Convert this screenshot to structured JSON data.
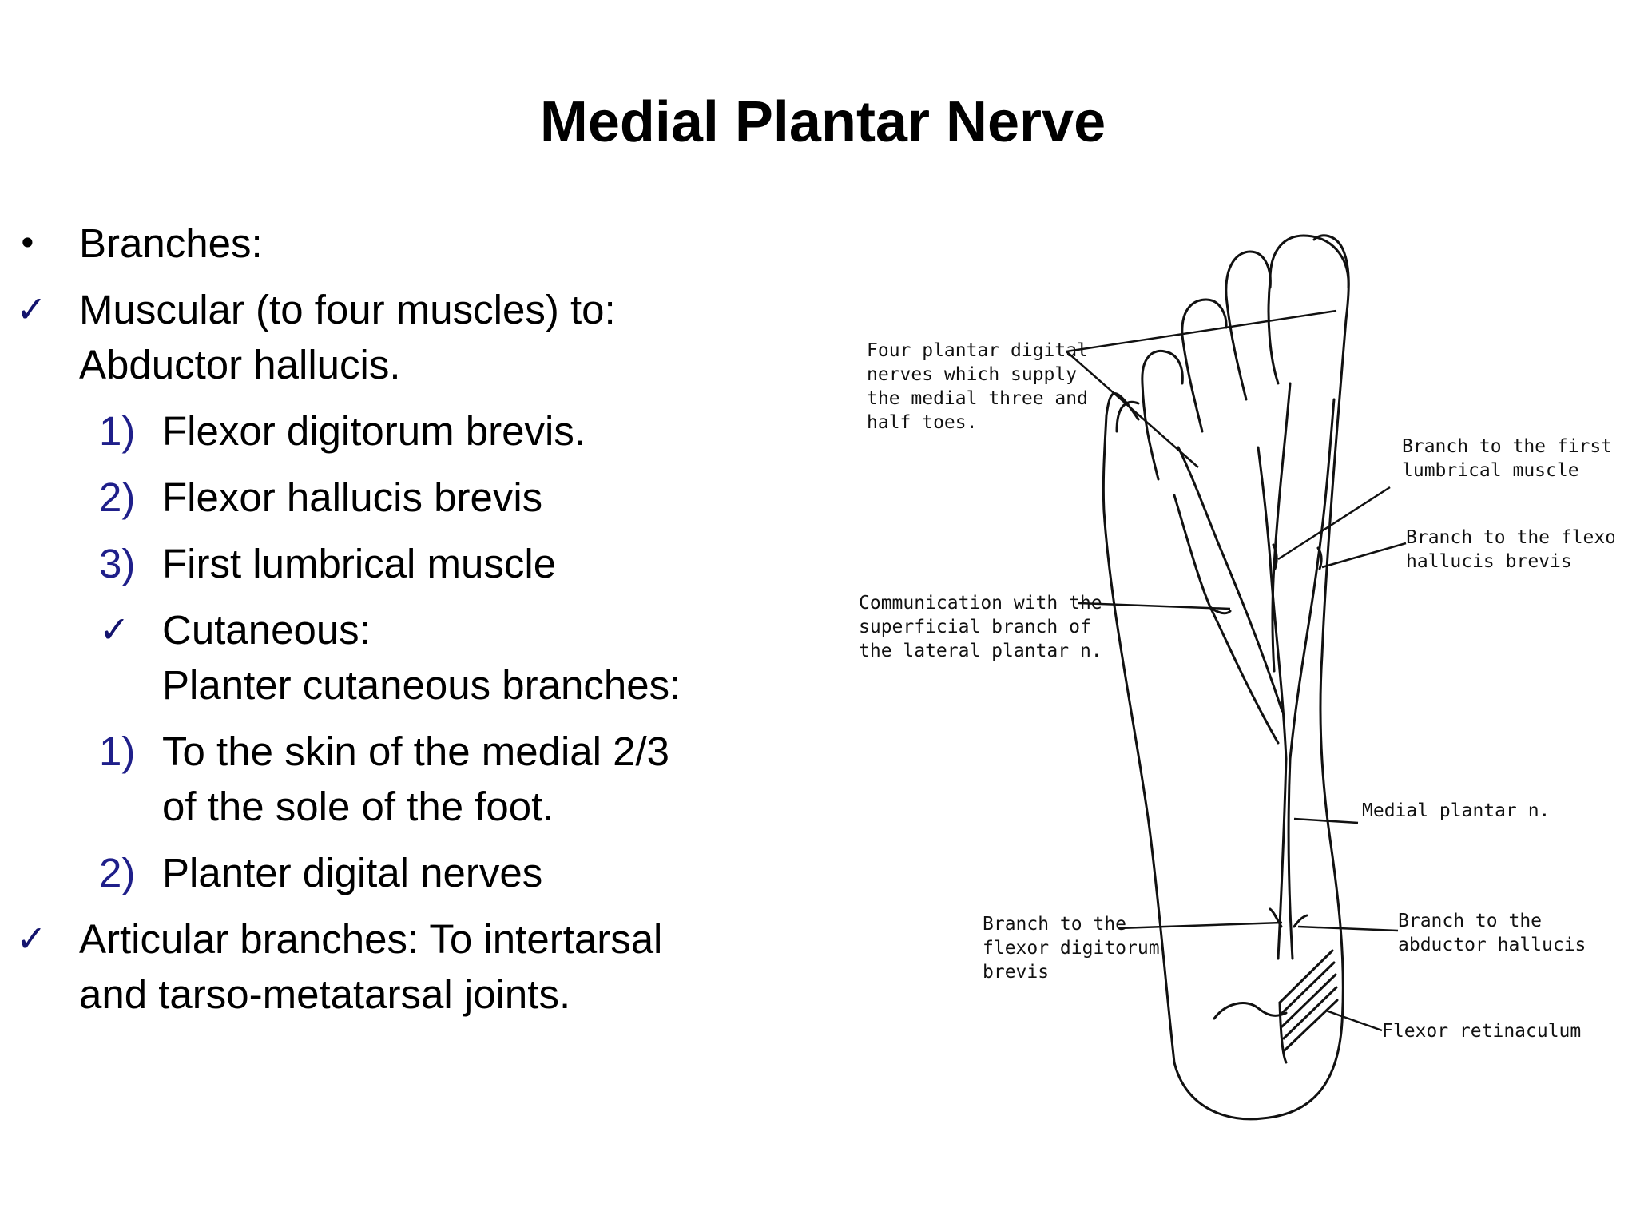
{
  "slide": {
    "title": "Medial Plantar Nerve"
  },
  "content": {
    "heading": "Branches:",
    "muscular_line1": "Muscular (to four muscles) to:",
    "muscular_line2": "Abductor hallucis.",
    "muscles": [
      {
        "num": "1)",
        "text": "Flexor digitorum brevis."
      },
      {
        "num": "2)",
        "text": "Flexor hallucis brevis"
      },
      {
        "num": "3)",
        "text": "First lumbrical muscle"
      }
    ],
    "cutaneous_line1": "Cutaneous:",
    "cutaneous_line2": "Planter cutaneous branches:",
    "cutaneous_items": [
      {
        "num": "1)",
        "line1": "To the skin of the medial 2/3",
        "line2": "of the sole of the foot."
      },
      {
        "num": "2)",
        "line1": "Planter digital nerves"
      }
    ],
    "articular_line1": "Articular branches: To intertarsal",
    "articular_line2": "and tarso-metatarsal joints."
  },
  "markers": {
    "bullet": "•",
    "check": "✓"
  },
  "diagram": {
    "labels": {
      "four_digital": [
        "Four plantar digital",
        "nerves which supply",
        "the medial three and",
        "half toes."
      ],
      "first_lumbrical": [
        "Branch to the first",
        "lumbrical muscle"
      ],
      "flexor_hallucis": [
        "Branch to the flexor",
        "hallucis brevis"
      ],
      "communication": [
        "Communication with the",
        "superficial branch of",
        "the lateral plantar n."
      ],
      "medial_plantar": [
        "Medial plantar n."
      ],
      "flexor_digitorum": [
        "Branch to the",
        "flexor digitorum",
        "brevis"
      ],
      "abductor_hallucis": [
        "Branch to the",
        "abductor hallucis"
      ],
      "flexor_retinaculum": [
        "Flexor retinaculum"
      ]
    }
  },
  "colors": {
    "number_marker": "#1f1f8a",
    "check_marker": "#14146e",
    "text": "#000000",
    "background": "#ffffff"
  }
}
